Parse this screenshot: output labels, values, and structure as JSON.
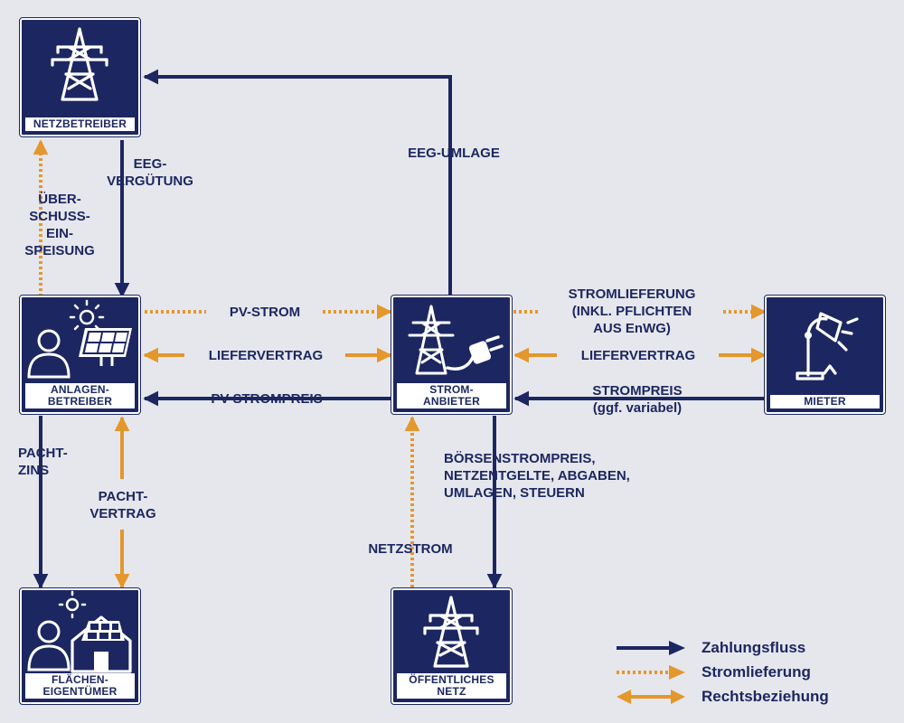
{
  "nodes": {
    "netzbetreiber": "NETZBETREIBER",
    "anlagenbetreiber": "ANLAGEN-\nBETREIBER",
    "stromanbieter": "STROM-\nANBIETER",
    "mieter": "MIETER",
    "flaecheneigentuemer": "FLÄCHEN-\nEIGENTÜMER",
    "oeffentliches_netz": "ÖFFENTLICHES\nNETZ"
  },
  "labels": {
    "eeg_umlage": "EEG-UMLAGE",
    "eeg_verguetung": "EEG-\nVERGÜTUNG",
    "ueberschuss": "ÜBER-\nSCHUSS-\nEIN-\nSPEISUNG",
    "pv_strom": "PV-STROM",
    "liefervertrag_left": "LIEFERVERTRAG",
    "pv_strompreis": "PV-STROMPREIS",
    "stromlieferung": "STROMLIEFERUNG\n(INKL. PFLICHTEN\nAUS EnWG)",
    "liefervertrag_right": "LIEFERVERTRAG",
    "strompreis": "STROMPREIS\n(ggf. variabel)",
    "pachtzins": "PACHT-\nZINS",
    "pachtvertrag": "PACHT-\nVERTRAG",
    "boersenstrompreis": "BÖRSENSTROMPREIS,\nNETZENTGELTE, ABGABEN,\nUMLAGEN, STEUERN",
    "netzstrom": "NETZSTROM"
  },
  "legend": {
    "zahlungsfluss": "Zahlungsfluss",
    "stromlieferung": "Stromlieferung",
    "rechtsbeziehung": "Rechtsbeziehung"
  },
  "colors": {
    "navy": "#1c2761",
    "orange": "#e4972c",
    "background": "#e6e7ec"
  }
}
